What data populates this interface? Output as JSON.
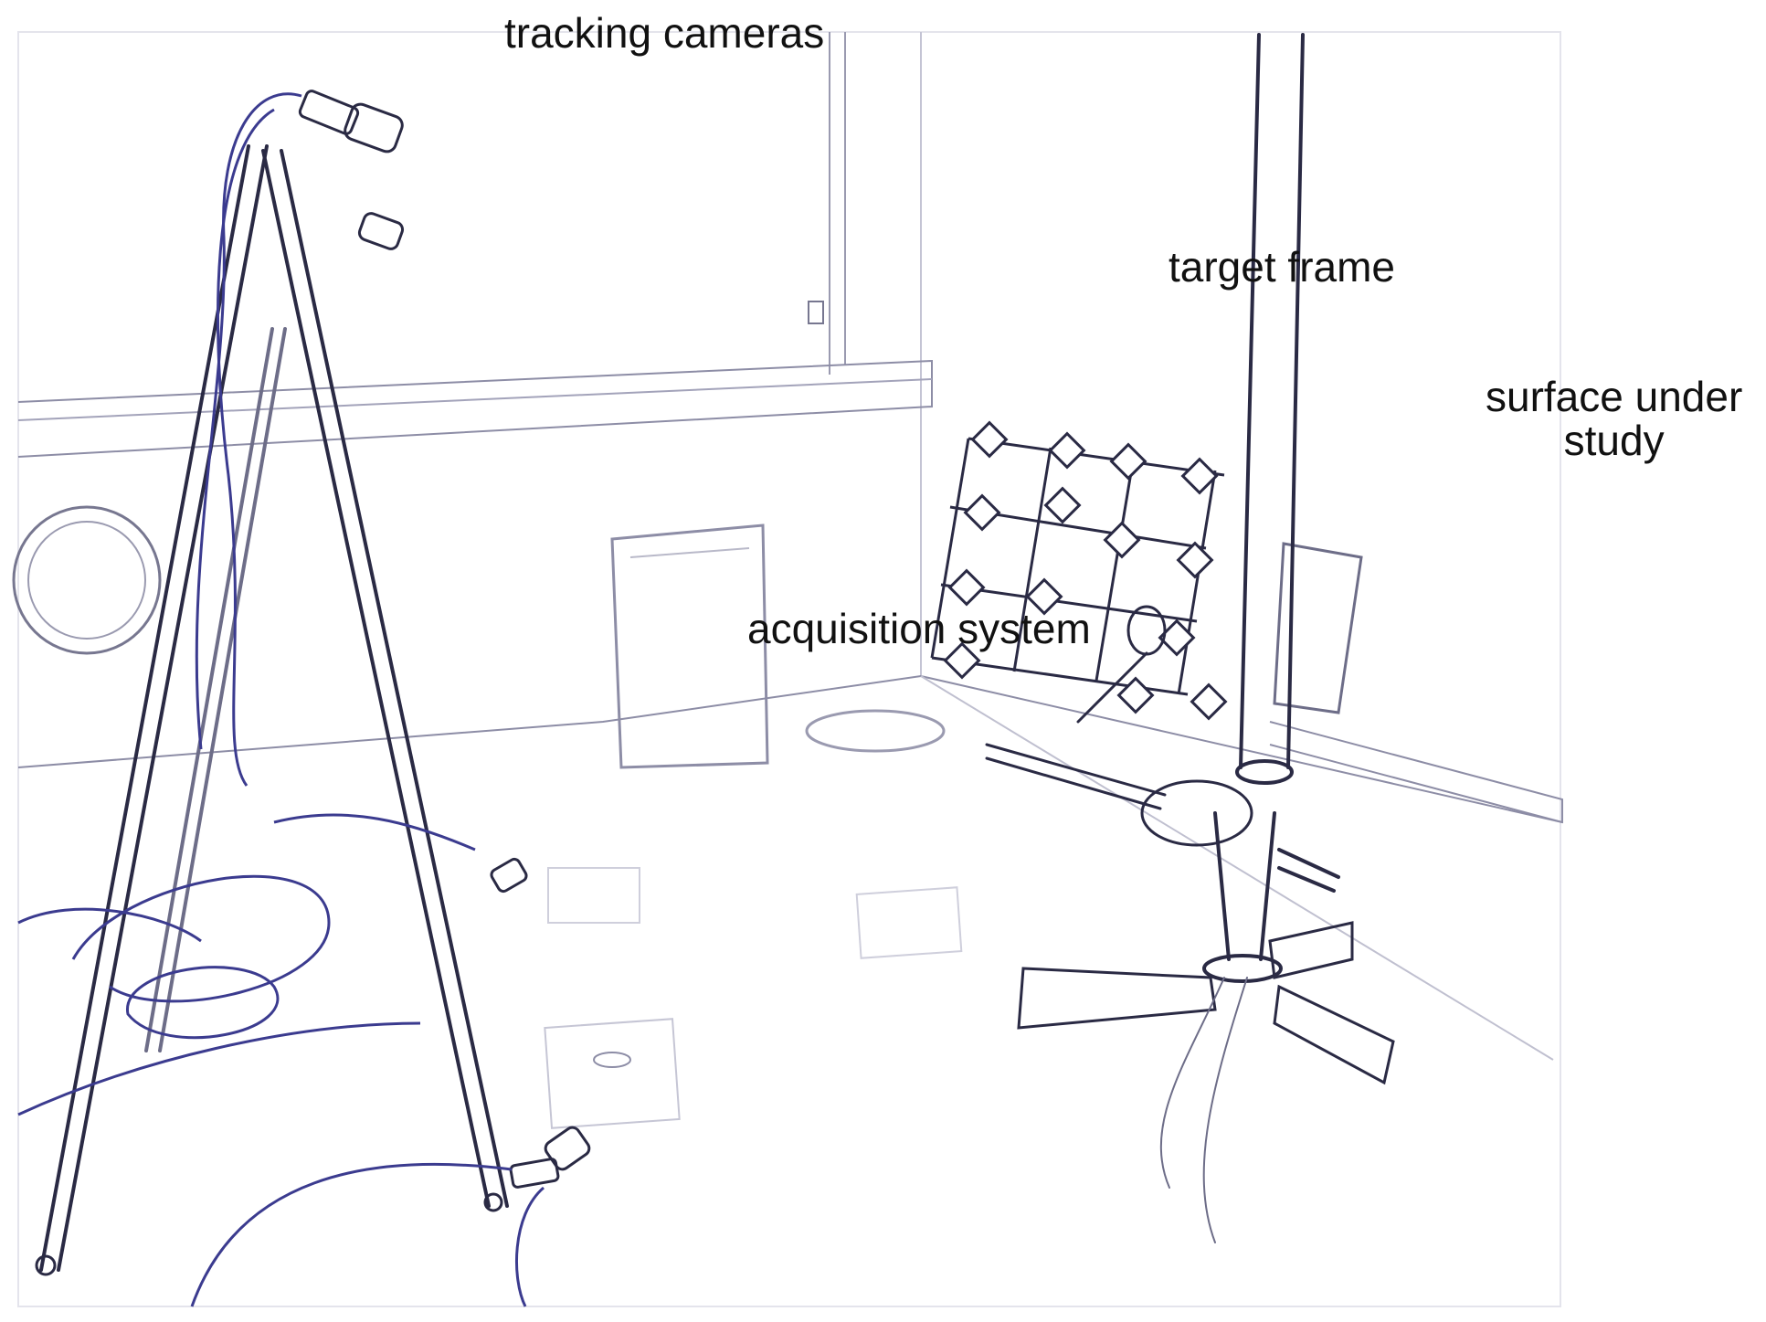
{
  "labels": {
    "tracking_cameras": "tracking cameras",
    "target_frame": "target frame",
    "surface_under_study_line1": "surface under",
    "surface_under_study_line2": "study",
    "acquisition_system": "acquisition system"
  },
  "colors": {
    "background": "#ffffff",
    "line_dark": "#2a2a44",
    "line_mid": "#6d6d88",
    "line_light": "#b9b9c9",
    "cable": "#3b3b8f",
    "label_text": "#111111"
  }
}
